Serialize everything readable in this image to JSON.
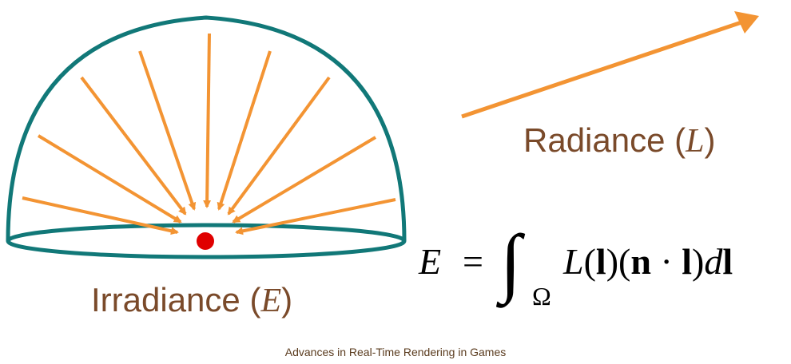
{
  "diagram": {
    "irradiance_label": "Irradiance",
    "irradiance_symbol": "E",
    "radiance_label": "Radiance",
    "radiance_symbol": "L",
    "colors": {
      "dome": "#117878",
      "ray": "#f39433",
      "point": "#e00000",
      "label_text": "#7a4a2a",
      "equation_text": "#000000"
    },
    "equation": {
      "lhs": "E",
      "equals": "=",
      "integral": "∫",
      "domain": "Ω",
      "L": "L",
      "l1": "l",
      "n": "n",
      "dot": "·",
      "l2": "l",
      "d": "d",
      "l3": "l"
    }
  },
  "footer": {
    "text": "Advances in Real-Time Rendering in Games"
  }
}
